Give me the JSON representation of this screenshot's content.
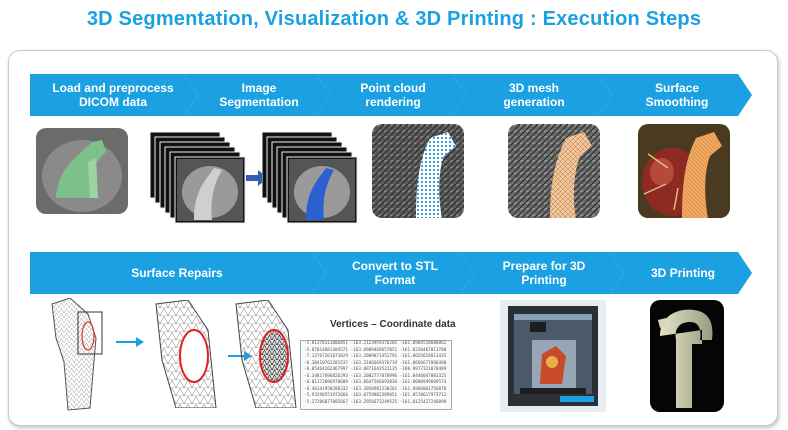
{
  "title": "3D Segmentation, Visualization & 3D Printing : Execution Steps",
  "steps": [
    {
      "label": "Load and preprocess\nDICOM data"
    },
    {
      "label": "Image\nSegmentation"
    },
    {
      "label": "Point cloud\nrendering"
    },
    {
      "label": "3D mesh\ngeneration"
    },
    {
      "label": "Surface\nSmoothing"
    },
    {
      "label": "Surface Repairs"
    },
    {
      "label": "Convert to STL\nFormat"
    },
    {
      "label": "Prepare for 3D\nPrinting"
    },
    {
      "label": "3D Printing"
    }
  ],
  "vertices": {
    "title": "Vertices – Coordinate data",
    "lines": [
      "-5.81378113006851 -163.2123959376281 -161.0904558686062",
      "-5.87014081384571 -163.0909469657051 -161.0220407011788",
      "-7.12767261073829 -163.2009871452791 -161.0655654013435",
      "-6.30410762281537 -163.2186669376719 -161.0666677866488",
      "-6.85464262467997 -163.0871643523135 -160.9977321878489",
      "-6.34817896826293 -163.2082777078996 -161.0440047881325",
      "-6.01172886978609 -163.0647566693836 -161.0000949609573",
      "-6.46141950288332 -163.3050982230202 -161.0966061756878",
      "-5.93290551972666 -163.0759882389051 -161.0570617973712",
      "-5.27206877085667 -163.2956673249525 -161.0125427246098"
    ]
  }
}
